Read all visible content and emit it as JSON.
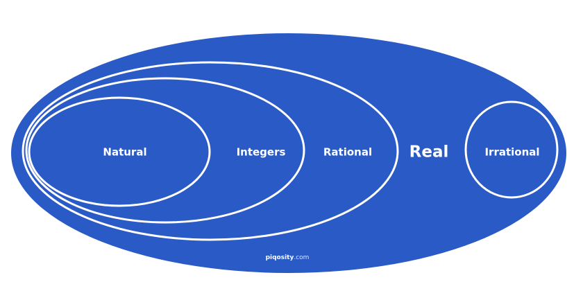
{
  "diagram": {
    "sets": {
      "real": "Real",
      "rational": "Rational",
      "integers": "Integers",
      "natural": "Natural",
      "irrational": "Irrational"
    },
    "watermark": {
      "brand": "piqosity",
      "domain": ".com"
    },
    "colors": {
      "fill": "#2a5ac6",
      "stroke": "#ffffff",
      "text": "#ffffff"
    }
  }
}
